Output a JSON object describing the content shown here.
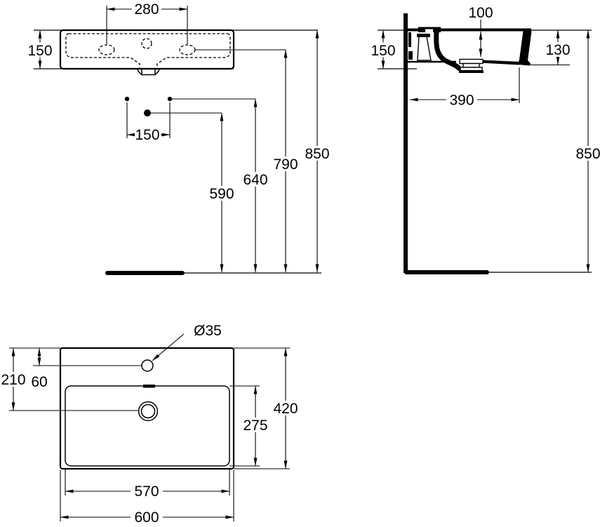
{
  "title": "washbasin-dimension-drawing",
  "colors": {
    "line": "#000000",
    "background": "#ffffff"
  },
  "front": {
    "tap_spacing": "280",
    "height": "150",
    "fixing_spacing": "150",
    "drain_height": "590",
    "fixing_height": "640",
    "tap_height": "790",
    "rim_height": "850"
  },
  "side": {
    "bowl_depth": "100",
    "back_height": "150",
    "front_height": "130",
    "drain_distance": "390",
    "rim_height": "850"
  },
  "plan": {
    "tap_hole_diameter": "Ø35",
    "drain_offset": "210",
    "tap_offset": "60",
    "depth": "420",
    "bowl_depth": "275",
    "bowl_width": "570",
    "width": "600"
  }
}
